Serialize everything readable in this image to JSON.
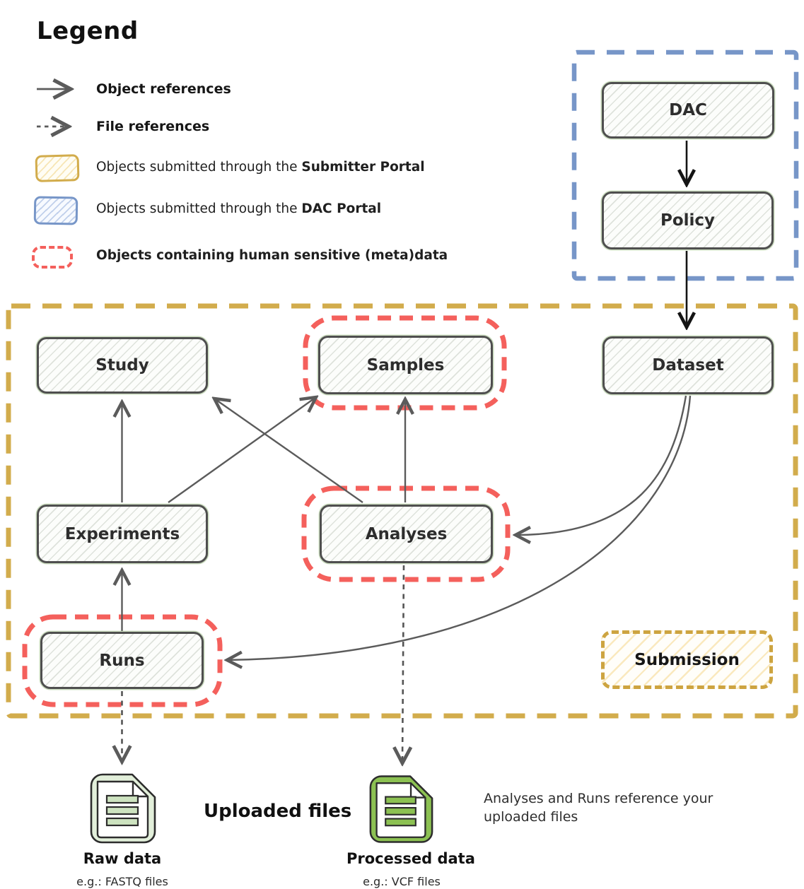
{
  "legend": {
    "title": "Legend",
    "object_references": "Object references",
    "file_references": "File references",
    "submitter_prefix": "Objects submitted through the ",
    "submitter_bold": "Submitter Portal",
    "dac_prefix": "Objects submitted through the ",
    "dac_bold": "DAC Portal",
    "sensitive_label": "Objects containing human sensitive (meta)data"
  },
  "nodes": {
    "dac": "DAC",
    "policy": "Policy",
    "study": "Study",
    "samples": "Samples",
    "dataset": "Dataset",
    "experiments": "Experiments",
    "analyses": "Analyses",
    "runs": "Runs",
    "submission": "Submission"
  },
  "files": {
    "uploaded_title": "Uploaded files",
    "raw_label": "Raw data",
    "raw_example": "e.g.: FASTQ files",
    "processed_label": "Processed data",
    "processed_example": "e.g.: VCF files",
    "note": "Analyses and Runs reference your uploaded files"
  },
  "colors": {
    "submitter_portal_yellow": "#D2AC4C",
    "dac_portal_blue": "#7796C8",
    "sensitive_red": "#F4605C",
    "box_border_gray": "#4f4f4f",
    "arrow_gray": "#5b5b5b",
    "arrow_black": "#141414",
    "raw_icon_green": "#E2EFDA",
    "processed_icon_green": "#8CC152"
  }
}
